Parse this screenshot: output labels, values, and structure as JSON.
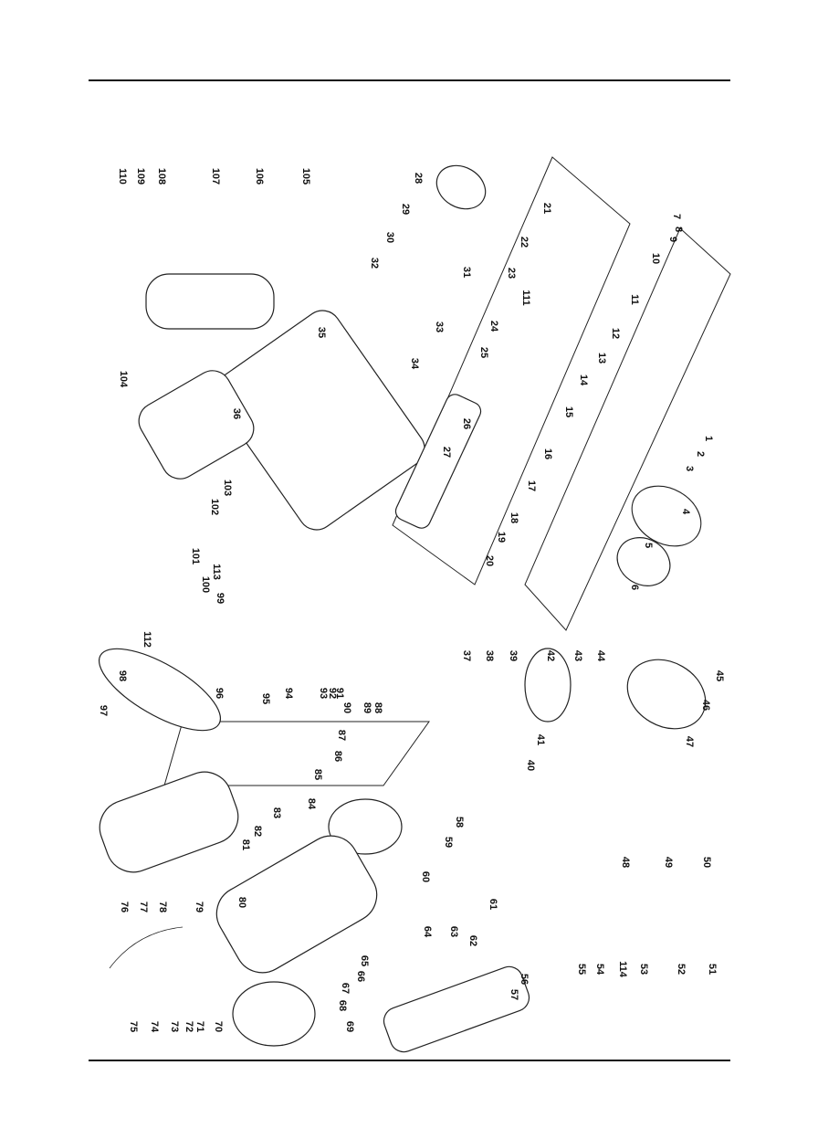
{
  "diagram": {
    "type": "exploded-parts-view",
    "part_numbers": [
      "1",
      "2",
      "3",
      "4",
      "5",
      "6",
      "7",
      "8",
      "9",
      "10",
      "11",
      "12",
      "13",
      "14",
      "15",
      "16",
      "17",
      "18",
      "19",
      "20",
      "21",
      "22",
      "23",
      "24",
      "25",
      "26",
      "27",
      "28",
      "29",
      "30",
      "31",
      "32",
      "33",
      "34",
      "35",
      "36",
      "37",
      "38",
      "39",
      "40",
      "41",
      "42",
      "43",
      "44",
      "45",
      "46",
      "47",
      "48",
      "49",
      "50",
      "51",
      "52",
      "53",
      "54",
      "55",
      "56",
      "57",
      "58",
      "59",
      "60",
      "61",
      "62",
      "63",
      "64",
      "65",
      "66",
      "67",
      "68",
      "69",
      "70",
      "71",
      "72",
      "73",
      "74",
      "75",
      "76",
      "77",
      "78",
      "79",
      "80",
      "81",
      "82",
      "83",
      "84",
      "85",
      "86",
      "87",
      "88",
      "89",
      "90",
      "91",
      "92",
      "93",
      "94",
      "95",
      "96",
      "97",
      "98",
      "99",
      "100",
      "101",
      "102",
      "103",
      "104",
      "105",
      "106",
      "107",
      "108",
      "109",
      "110",
      "111",
      "112",
      "113",
      "114"
    ]
  }
}
